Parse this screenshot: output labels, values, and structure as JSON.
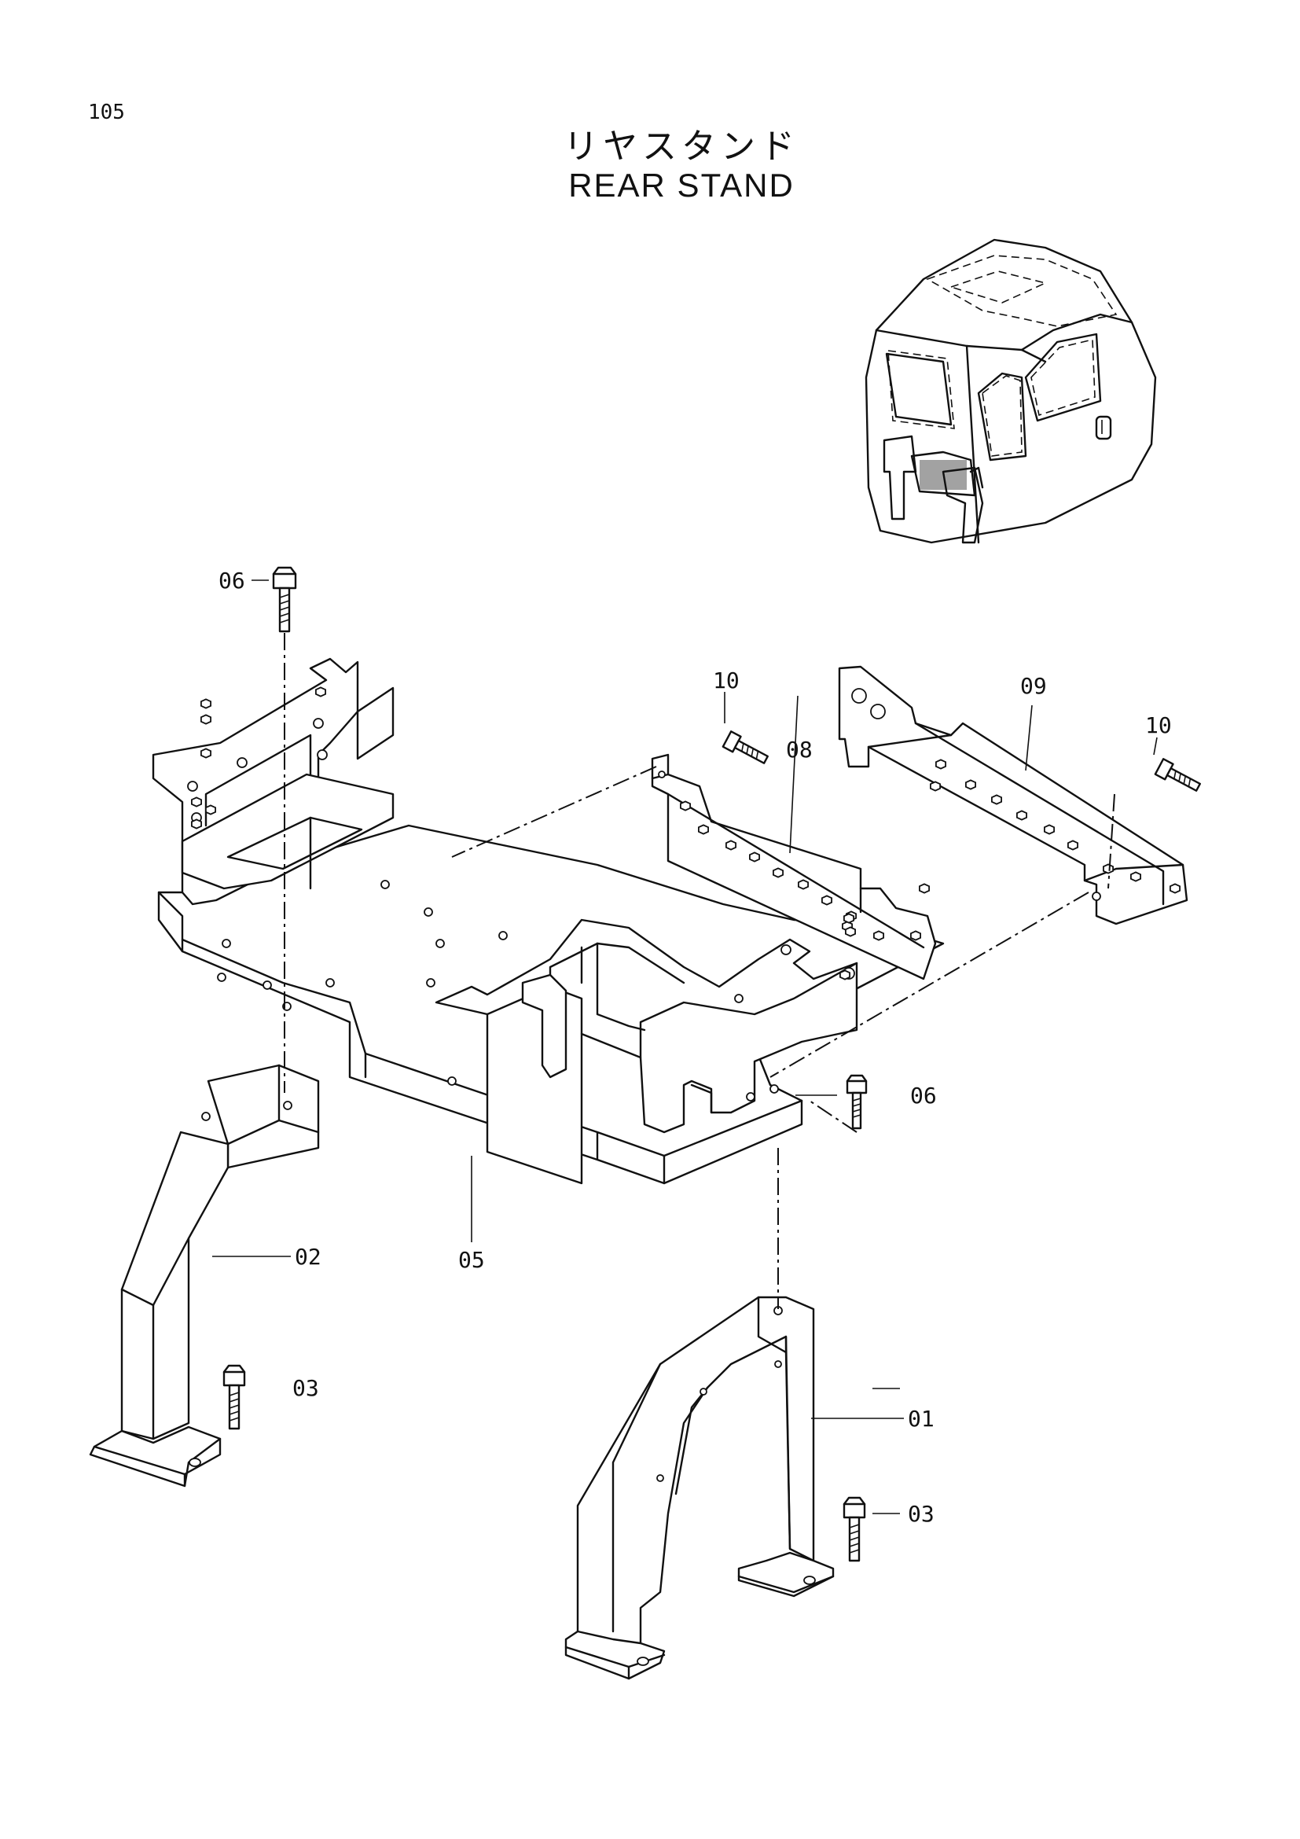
{
  "page_number": "105",
  "title_jp": "リヤスタンド",
  "title_en": "REAR STAND",
  "callouts": {
    "c06a": "06",
    "c10a": "10",
    "c08": "08",
    "c09": "09",
    "c10b": "10",
    "c06b": "06",
    "c02": "02",
    "c05": "05",
    "c03a": "03",
    "c01": "01",
    "c03b": "03"
  }
}
